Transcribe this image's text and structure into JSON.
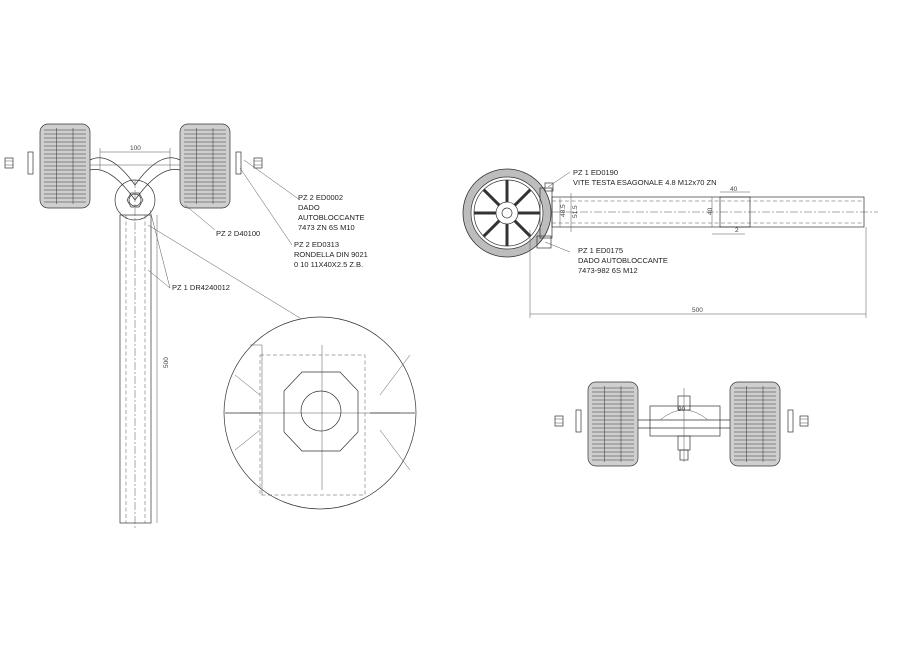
{
  "labels": {
    "pz2_ed0002": "PZ 2 ED0002",
    "dado": "DADO",
    "autobloccante": "AUTOBLOCCANTE",
    "zn6s_m10": "7473 ZN 6S M10",
    "pz2_d40100": "PZ 2 D40100",
    "pz2_ed0313": "PZ 2 ED0313",
    "rondella": "RONDELLA DIN 9021",
    "rondella_spec": "0 10 11X40X2.5 Z.B.",
    "pz1_dr4240012": "PZ 1 DR4240012",
    "pz1_ed0190": "PZ 1 ED0190",
    "vite_testa": "VITE TESTA ESAGONALE 4.8 M12x70 ZN",
    "pz1_ed0175": "PZ 1 ED0175",
    "dado_autobloccante": "DADO AUTOBLOCCANTE",
    "spec_7473_982": "7473-982 6S M12"
  },
  "dimensions": {
    "d100": "100",
    "d500_vertical": "500",
    "d40_top": "40",
    "d40_side": "40",
    "d2": "2",
    "d485": "48.5",
    "d515": "51.5",
    "d500_horizontal": "500",
    "d90": "90"
  }
}
